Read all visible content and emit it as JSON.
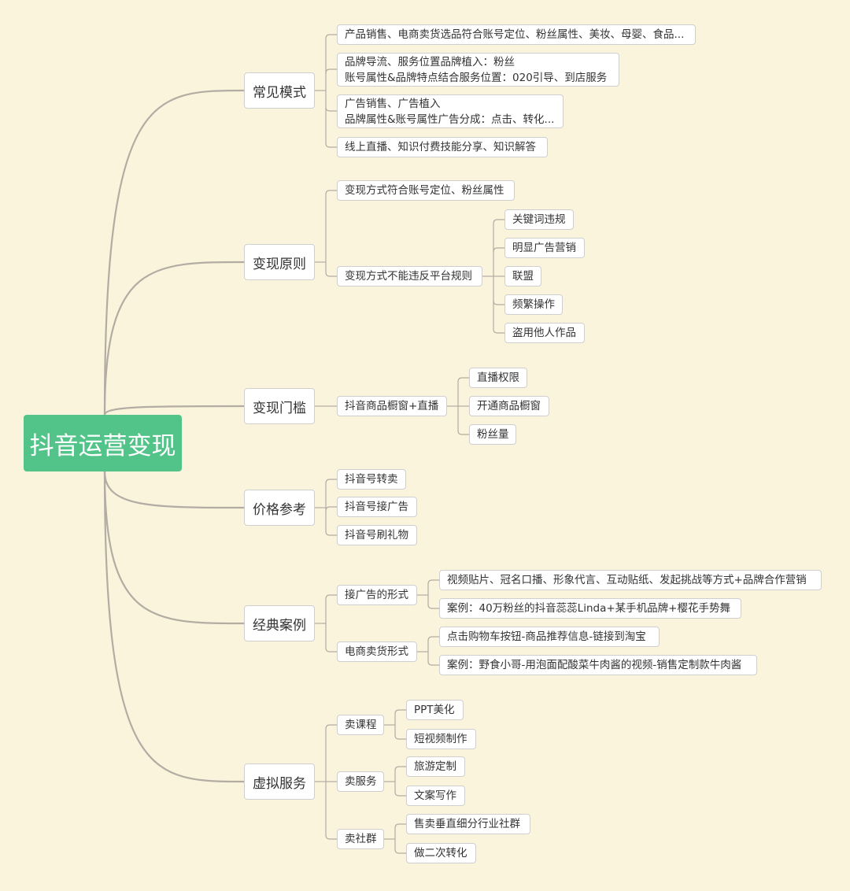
{
  "root": "抖音运营变现",
  "branches": [
    {
      "label": "常见模式",
      "children": [
        {
          "lines": [
            "产品销售、电商卖货选品符合账号定位、粉丝属性、美妆、母婴、食品..."
          ]
        },
        {
          "lines": [
            "品牌导流、服务位置品牌植入：粉丝",
            "账号属性&品牌特点结合服务位置：020引导、到店服务"
          ]
        },
        {
          "lines": [
            "广告销售、广告植入",
            "品牌属性&账号属性广告分成：点击、转化..."
          ]
        },
        {
          "lines": [
            "线上直播、知识付费技能分享、知识解答"
          ]
        }
      ]
    },
    {
      "label": "变现原则",
      "children": [
        {
          "lines": [
            "变现方式符合账号定位、粉丝属性"
          ]
        },
        {
          "lines": [
            "变现方式不能违反平台规则"
          ],
          "children": [
            "关键词违规",
            "明显广告营销",
            "联盟",
            "频繁操作",
            "盗用他人作品"
          ]
        }
      ]
    },
    {
      "label": "变现门槛",
      "children": [
        {
          "lines": [
            "抖音商品橱窗+直播"
          ],
          "children": [
            "直播权限",
            "开通商品橱窗",
            "粉丝量"
          ]
        }
      ]
    },
    {
      "label": "价格参考",
      "children": [
        {
          "lines": [
            "抖音号转卖"
          ]
        },
        {
          "lines": [
            "抖音号接广告"
          ]
        },
        {
          "lines": [
            "抖音号刷礼物"
          ]
        }
      ]
    },
    {
      "label": "经典案例",
      "children": [
        {
          "lines": [
            "接广告的形式"
          ],
          "children": [
            "视频贴片、冠名口播、形象代言、互动贴纸、发起挑战等方式+品牌合作营销",
            "案例：40万粉丝的抖音蕊蕊Linda+某手机品牌+樱花手势舞"
          ]
        },
        {
          "lines": [
            "电商卖货形式"
          ],
          "children": [
            "点击购物车按钮-商品推荐信息-链接到淘宝",
            "案例：野食小哥-用泡面配酸菜牛肉酱的视频-销售定制款牛肉酱"
          ]
        }
      ]
    },
    {
      "label": "虚拟服务",
      "children": [
        {
          "lines": [
            "卖课程"
          ],
          "children": [
            "PPT美化",
            "短视频制作"
          ]
        },
        {
          "lines": [
            "卖服务"
          ],
          "children": [
            "旅游定制",
            "文案写作"
          ]
        },
        {
          "lines": [
            "卖社群"
          ],
          "children": [
            "售卖垂直细分行业社群",
            "做二次转化"
          ]
        }
      ]
    }
  ],
  "colors": {
    "background": "#fbf4dd",
    "root": "#52c489",
    "line": "#b3aca3",
    "node_border": "#cfcfcf"
  }
}
